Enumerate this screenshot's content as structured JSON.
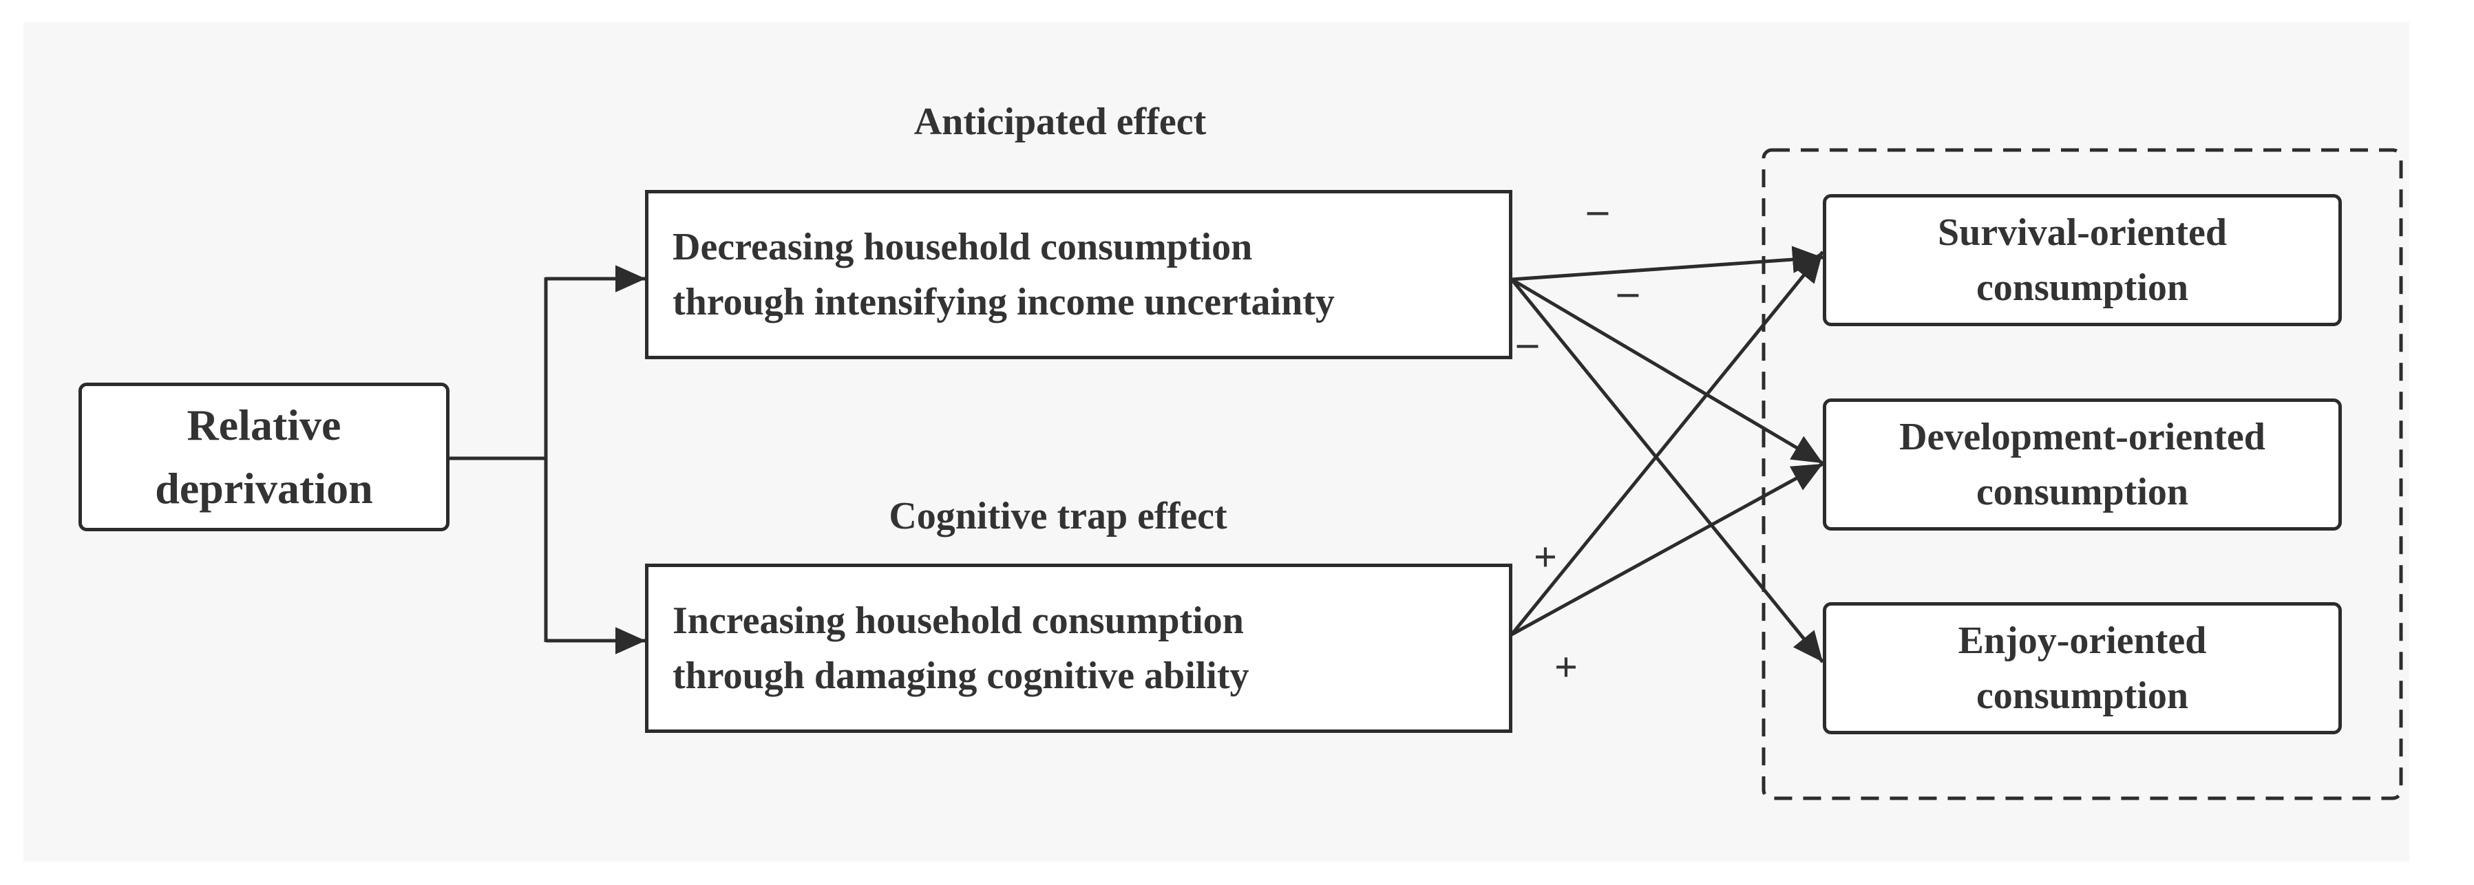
{
  "diagram": {
    "source_box": [
      "Relative",
      "deprivation"
    ],
    "anticipated": {
      "title": "Anticipated effect",
      "box": [
        "Decreasing household consumption",
        "through intensifying income uncertainty"
      ]
    },
    "cognitive": {
      "title": "Cognitive trap effect",
      "box": [
        "Increasing household consumption",
        "through damaging cognitive ability"
      ]
    },
    "outcomes": [
      [
        "Survival-oriented",
        "consumption"
      ],
      [
        "Development-oriented",
        "consumption"
      ],
      [
        "Enjoy-oriented",
        "consumption"
      ]
    ],
    "signs": {
      "negative": [
        "–",
        "–",
        "–"
      ],
      "positive": [
        "+",
        "+"
      ]
    }
  },
  "colors": {
    "line": "#2c2c2c",
    "panel": "#f7f7f7",
    "text": "#333333"
  }
}
